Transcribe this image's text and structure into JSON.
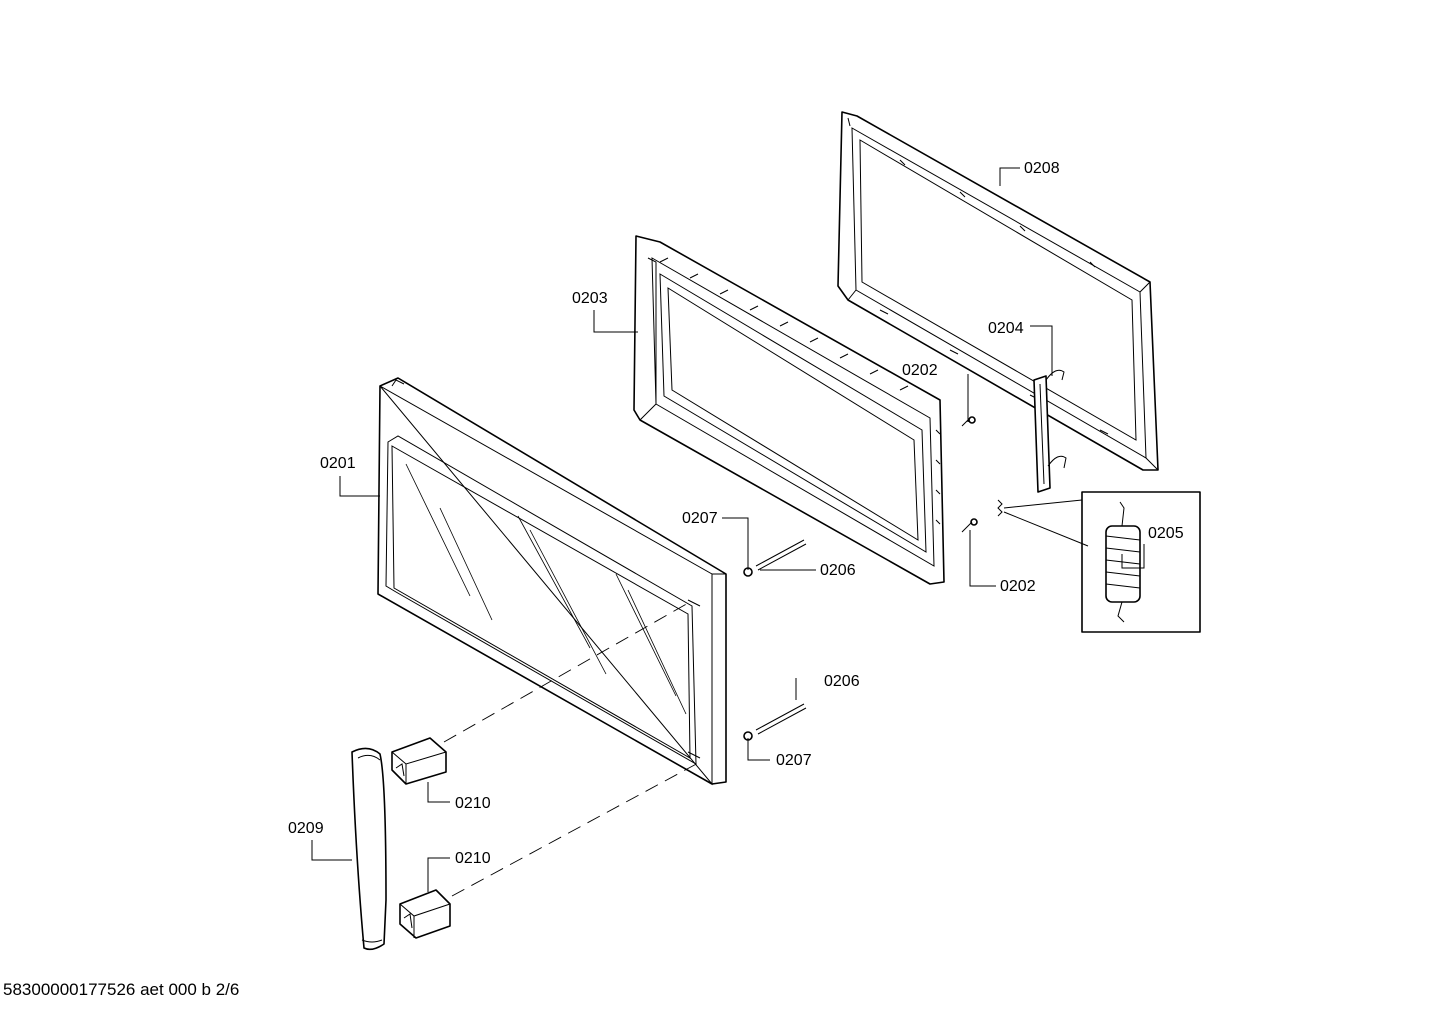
{
  "drawing": {
    "footer_code": "58300000177526 aet 000 b 2/6",
    "callouts": {
      "c0201": "0201",
      "c0202a": "0202",
      "c0202b": "0202",
      "c0203": "0203",
      "c0204": "0204",
      "c0205": "0205",
      "c0206a": "0206",
      "c0206b": "0206",
      "c0207a": "0207",
      "c0207b": "0207",
      "c0208": "0208",
      "c0209": "0209",
      "c0210a": "0210",
      "c0210b": "0210"
    }
  }
}
